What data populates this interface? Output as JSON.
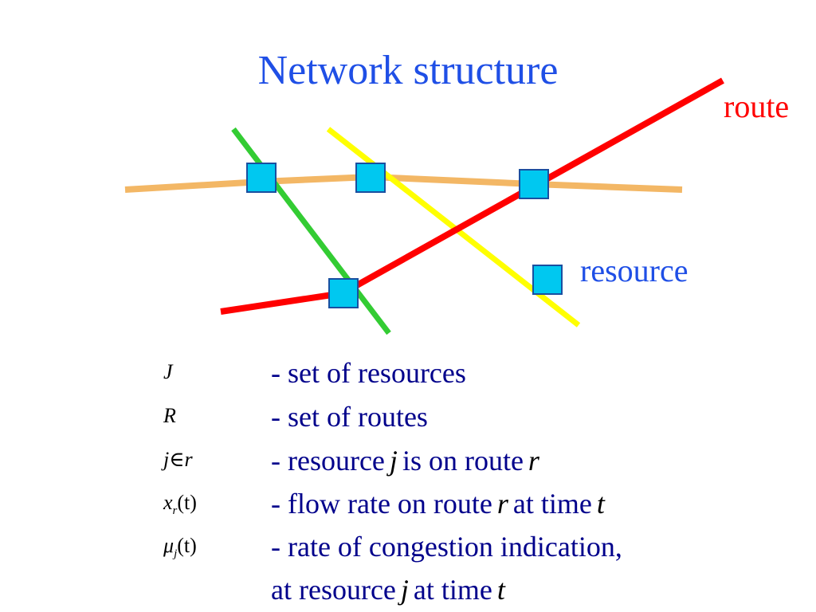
{
  "title": "Network structure",
  "diagram": {
    "route_label": "route",
    "resource_label": "resource",
    "colors": {
      "route": "#ff0000",
      "resource_box": "#00c8f0",
      "resource_box_border": "#1a4fa0",
      "green_line": "#33cc33",
      "yellow_line": "#ffff00",
      "orange_line": "#f3b765"
    }
  },
  "legend": [
    {
      "symbol": "J",
      "text": "- set of resources"
    },
    {
      "symbol": "R",
      "text": "- set of routes"
    },
    {
      "symbol": "j∈r",
      "parts": [
        "- resource",
        "j",
        "is on route",
        "r"
      ]
    },
    {
      "symbol_main": "x",
      "symbol_sub": "r",
      "symbol_tail": "(t)",
      "parts": [
        "- flow rate on route",
        "r",
        "at time",
        "t"
      ]
    },
    {
      "symbol_main": "μ",
      "symbol_sub": "j",
      "symbol_tail": "(t)",
      "text": "- rate of congestion indication,",
      "parts": [
        "at resource",
        "j",
        "at time",
        "t"
      ]
    }
  ]
}
